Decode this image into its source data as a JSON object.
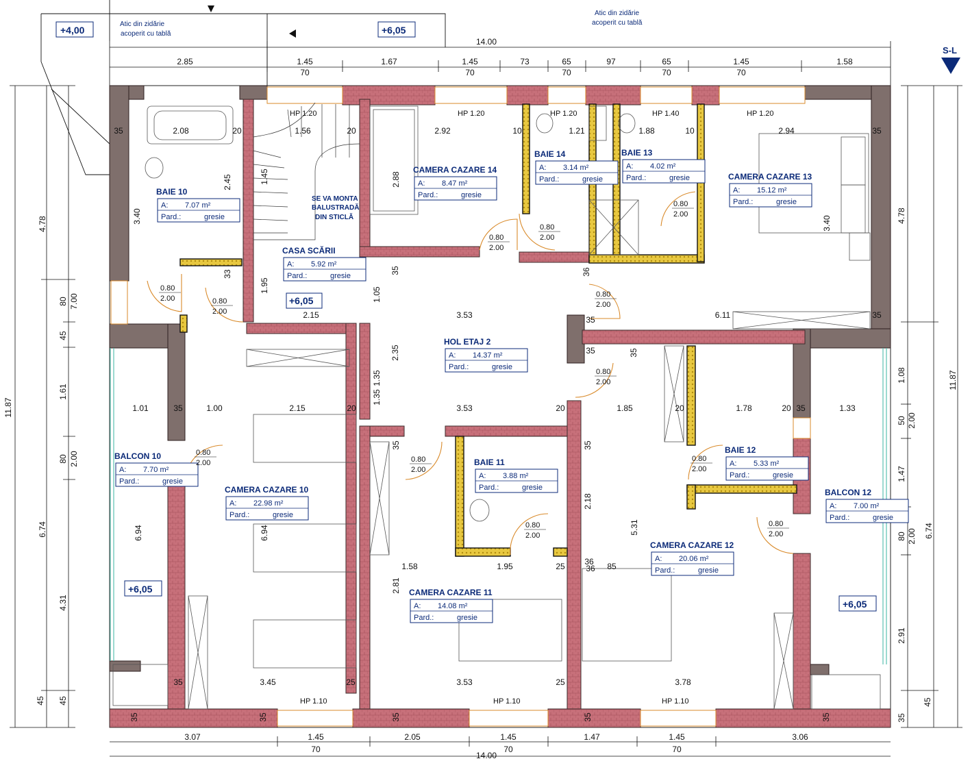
{
  "colors": {
    "brick": "#c7707a",
    "concrete": "#7f6f6c",
    "wall_outline": "#3a2a2a",
    "insulation": "#e8c840",
    "label": "#0b2a78",
    "door": "#d98a2a",
    "glass": "#5ac0b0"
  },
  "section_marker": "S-L",
  "labels": {
    "atic_left_1": "Atic din zidărie",
    "atic_left_2": "acoperit cu tablă",
    "atic_right_1": "Atic din zidărie",
    "atic_right_2": "acoperit cu tablă",
    "balustrade_1": "SE VA MONTA",
    "balustrade_2": "BALUSTRADĂ",
    "balustrade_3": "DIN STICLĂ"
  },
  "levels": [
    "+4,00",
    "+6,05",
    "+6,05",
    "+6,05",
    "+6,05"
  ],
  "room_labels": {
    "area": "A:",
    "finish": "Pard.:"
  },
  "rooms": [
    {
      "name": "BAIE 10",
      "area": "7.07 m²",
      "finish": "gresie"
    },
    {
      "name": "CASA SCĂRII",
      "area": "5.92 m²",
      "finish": "gresie"
    },
    {
      "name": "CAMERA CAZARE 14",
      "area": "8.47 m²",
      "finish": "gresie"
    },
    {
      "name": "BAIE 14",
      "area": "3.14 m²",
      "finish": "gresie"
    },
    {
      "name": "BAIE 13",
      "area": "4.02 m²",
      "finish": "gresie"
    },
    {
      "name": "CAMERA CAZARE 13",
      "area": "15.12 m²",
      "finish": "gresie"
    },
    {
      "name": "HOL ETAJ 2",
      "area": "14.37 m²",
      "finish": "gresie"
    },
    {
      "name": "BALCON 10",
      "area": "7.70 m²",
      "finish": "gresie"
    },
    {
      "name": "CAMERA CAZARE 10",
      "area": "22.98 m²",
      "finish": "gresie"
    },
    {
      "name": "BAIE 11",
      "area": "3.88 m²",
      "finish": "gresie"
    },
    {
      "name": "BAIE 12",
      "area": "5.33 m²",
      "finish": "gresie"
    },
    {
      "name": "BALCON 12",
      "area": "7.00 m²",
      "finish": "gresie"
    },
    {
      "name": "CAMERA CAZARE 12",
      "area": "20.06 m²",
      "finish": "gresie"
    },
    {
      "name": "CAMERA CAZARE 11",
      "area": "14.08 m²",
      "finish": "gresie"
    }
  ],
  "window_heights": [
    "HP 1.20",
    "HP 1.20",
    "HP 1.20",
    "HP 1.40",
    "HP 1.20",
    "HP 1.10",
    "HP 1.10",
    "HP 1.10"
  ],
  "door_labels": [
    {
      "w": "0.80",
      "h": "2.00"
    },
    {
      "w": "0.80",
      "h": "2.00"
    },
    {
      "w": "0.80",
      "h": "2.00"
    },
    {
      "w": "0.80",
      "h": "2.00"
    },
    {
      "w": "0.80",
      "h": "2.00"
    },
    {
      "w": "0.80",
      "h": "2.00"
    },
    {
      "w": "0.80",
      "h": "2.00"
    },
    {
      "w": "0.80",
      "h": "2.00"
    },
    {
      "w": "0.80",
      "h": "2.00"
    },
    {
      "w": "0.80",
      "h": "2.00"
    },
    {
      "w": "0.80",
      "h": "2.00"
    },
    {
      "w": "0.80",
      "h": "2.00"
    }
  ],
  "dims_top_total": "14.00",
  "dims_top_row1": [
    "2.85",
    "1.45",
    "1.67",
    "1.45",
    "73",
    "65",
    "97",
    "65",
    "1.45",
    "1.58"
  ],
  "dims_top_row2": [
    "70",
    "70",
    "70",
    "70",
    "70"
  ],
  "dims_bottom_row1": [
    "3.07",
    "1.45",
    "2.05",
    "1.45",
    "1.47",
    "1.45",
    "3.06"
  ],
  "dims_bottom_row2": [
    "70",
    "70",
    "70"
  ],
  "dims_bottom_total": "14.00",
  "dims_left_outer": [
    "4.78",
    "11.87",
    "6.74"
  ],
  "dims_left_inner": [
    "80",
    "7.00",
    "45",
    "1.61",
    "80",
    "2.00",
    "4.31",
    "45",
    "45"
  ],
  "dims_right_inner": [
    "1.08",
    "50",
    "2.00",
    "1.47",
    "80",
    "2.00",
    "2.91",
    "45",
    "35"
  ],
  "dims_right_outer": [
    "4.78",
    "11.87",
    "6.74"
  ],
  "dims_interior": [
    "35",
    "2.08",
    "20",
    "1.56",
    "20",
    "2.92",
    "10",
    "1.21",
    "1.88",
    "10",
    "2.94",
    "35",
    "3.40",
    "2.45",
    "1.45",
    "2.88",
    "3.40",
    "33",
    "1.95",
    "1.05",
    "35",
    "1.35",
    "35",
    "36",
    "2.15",
    "3.53",
    "6.11",
    "35",
    "35",
    "2.35",
    "1.35",
    "35",
    "35",
    "1.01",
    "35",
    "1.00",
    "2.15",
    "20",
    "3.53",
    "20",
    "1.85",
    "20",
    "1.78",
    "20",
    "35",
    "1.33",
    "35",
    "2.18",
    "5.31",
    "6.94",
    "6.94",
    "2.81",
    "1.58",
    "1.95",
    "25",
    "36",
    "85",
    "36",
    "3.45",
    "25",
    "3.53",
    "25",
    "3.78",
    "35",
    "35",
    "35",
    "35",
    "35",
    "35"
  ]
}
